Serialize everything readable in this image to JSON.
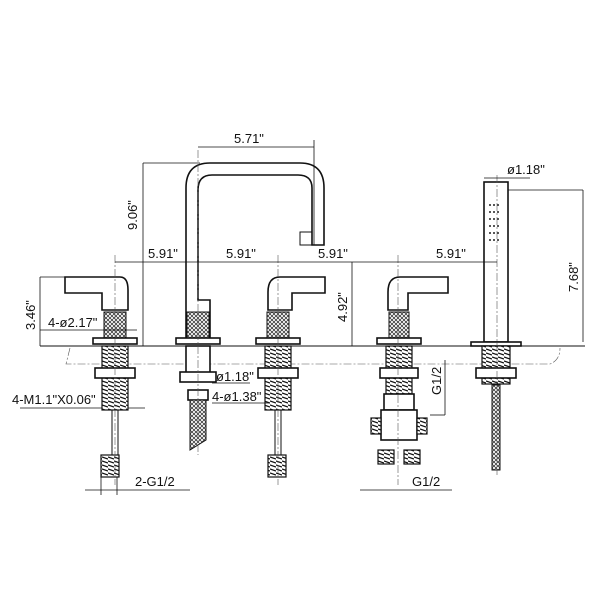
{
  "diagram": {
    "title": "Roman tub faucet dimension drawing",
    "dimensions": {
      "spout_reach": "5.71\"",
      "spout_height": "9.06\"",
      "handshower_diameter": "ø1.18\"",
      "handshower_height": "7.68\"",
      "spacing_1": "5.91\"",
      "spacing_2": "5.91\"",
      "spacing_3": "5.91\"",
      "spacing_4": "5.91\"",
      "handle_height": "3.46\"",
      "base_diameter": "4-ø2.17\"",
      "spout_height_deck": "4.92\"",
      "spout_shank_diameter": "ø1.18\"",
      "hole_diameter": "4-ø1.38\"",
      "shank_thread": "4-M1.1\"X0.06\"",
      "inlet_connection": "2-G1/2",
      "diverter_thread": "G1/2",
      "diverter_outlet": "G1/2"
    }
  }
}
